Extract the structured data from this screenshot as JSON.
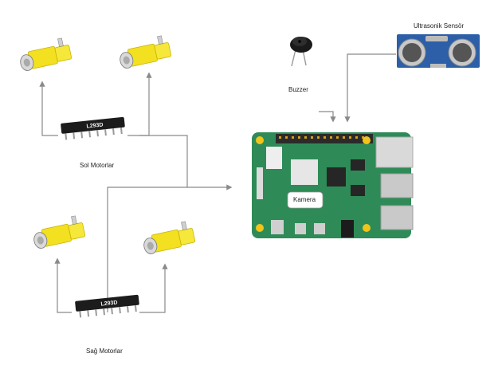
{
  "labels": {
    "left_motors": "Sol Motorlar",
    "right_motors": "Sağ Motorlar",
    "buzzer": "Buzzer",
    "ultrasonic": "Ultrasonik Sensör",
    "camera": "Kamera"
  },
  "chips": {
    "top_chip": "L293D",
    "bottom_chip": "L293D"
  },
  "colors": {
    "motor_yellow": "#f2e021",
    "wire": "#8a8a8a",
    "board_green": "#2e8b57",
    "chip_black": "#1c1c1c",
    "sensor_blue": "#2c5fa8"
  },
  "icons": [
    "dc-motor-icon",
    "driver-chip-icon",
    "raspberry-pi-board-icon",
    "buzzer-icon",
    "ultrasonic-sensor-icon",
    "camera-module-icon"
  ]
}
